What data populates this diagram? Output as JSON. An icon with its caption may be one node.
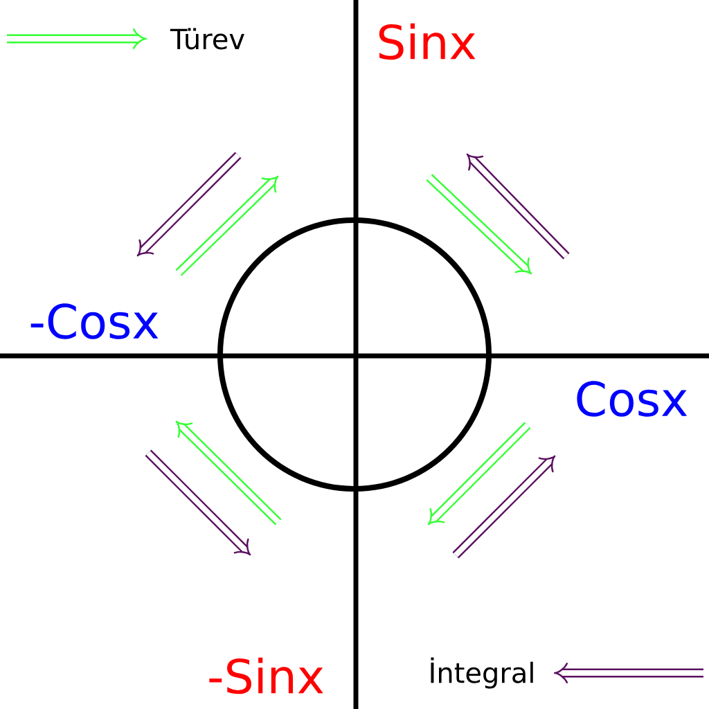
{
  "diagram": {
    "nodes": [
      {
        "text": [
          "Sinx"
        ]
      },
      {
        "text": [
          "Cosx"
        ]
      },
      {
        "text": [
          "-Sinx"
        ]
      },
      {
        "text": [
          "-Cosx"
        ]
      }
    ],
    "legend": [
      {
        "text": "Türev"
      },
      {
        "text": "İntegral"
      }
    ]
  }
}
